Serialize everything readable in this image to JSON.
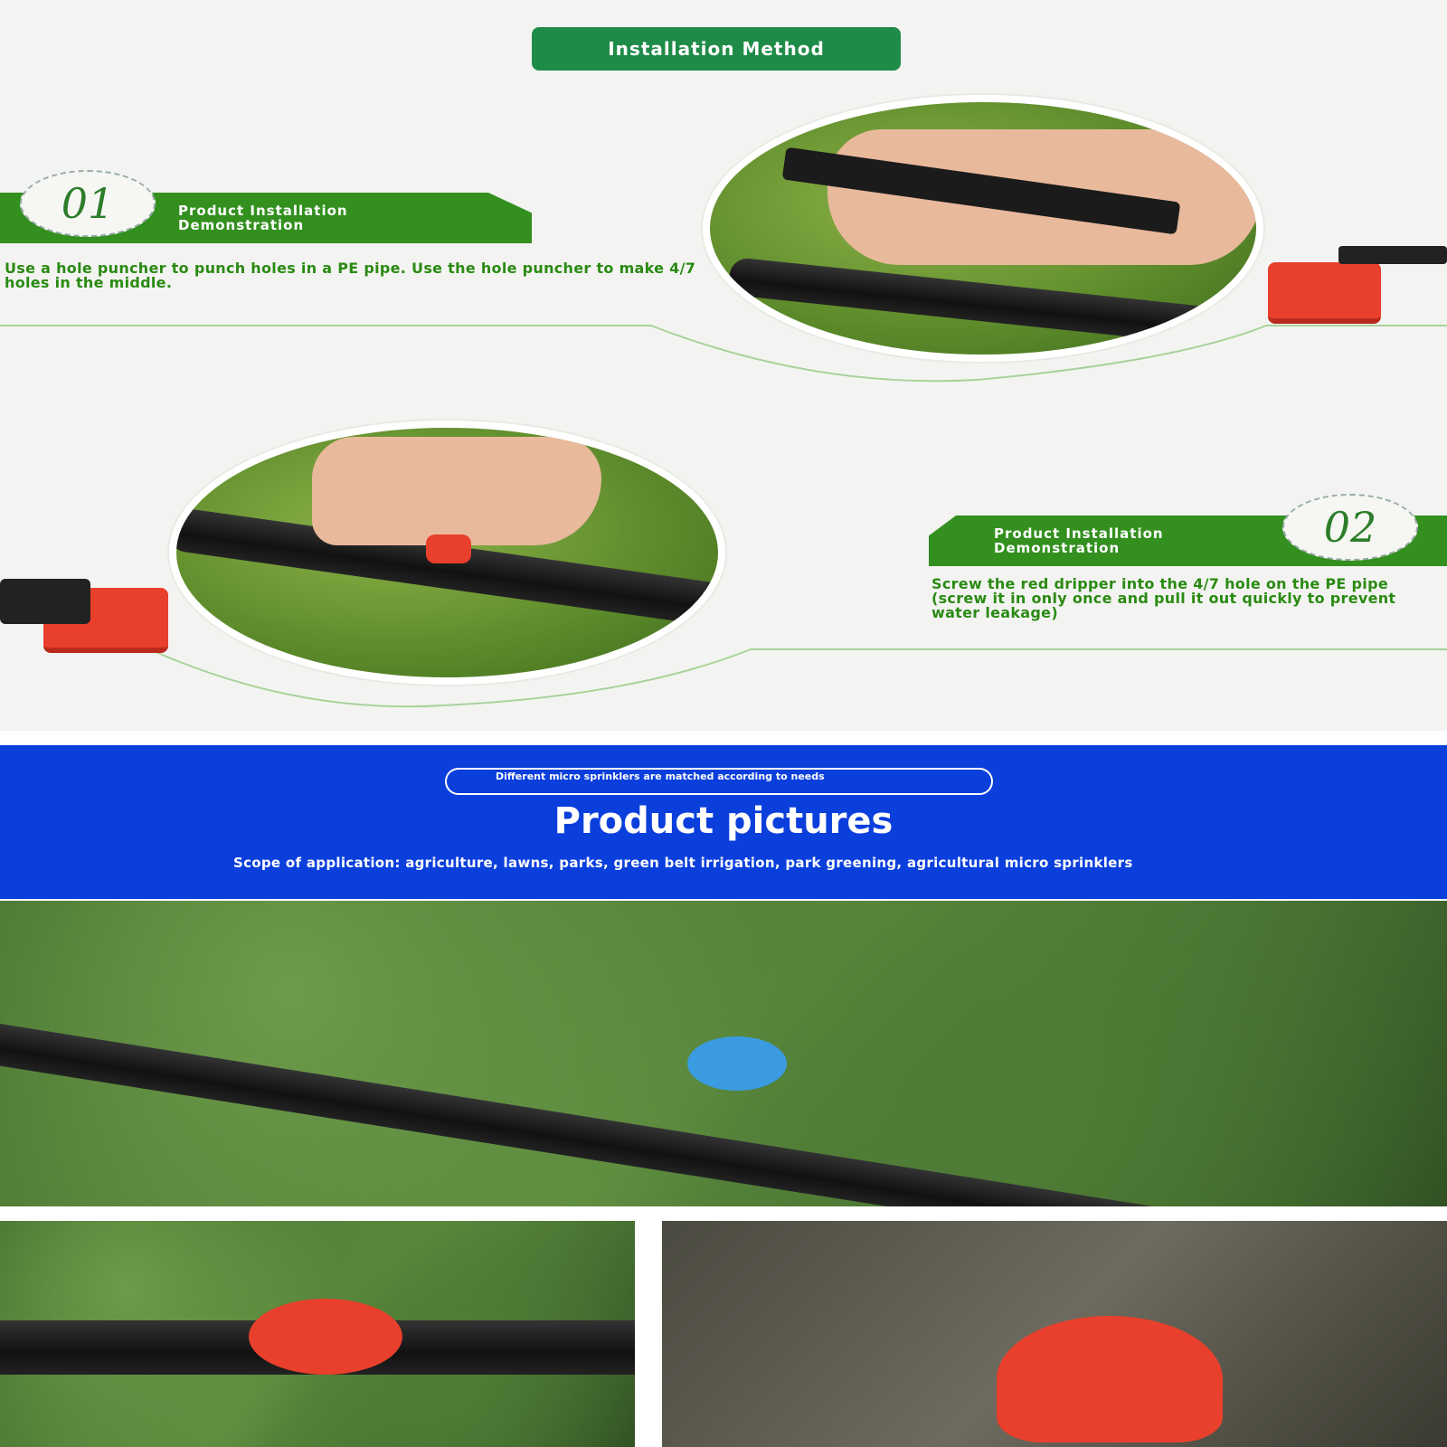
{
  "header": {
    "badge": "Installation Method"
  },
  "steps": [
    {
      "number": "01",
      "title_line1": "Product Installation",
      "title_line2": "Demonstration",
      "description": "Use a hole puncher to punch holes in a PE pipe. Use the hole puncher to make 4/7 holes in the middle."
    },
    {
      "number": "02",
      "title_line1": "Product Installation",
      "title_line2": "Demonstration",
      "description": "Screw the red dripper into the 4/7 hole on the PE pipe (screw it in only once and pull it out quickly to prevent water leakage)"
    }
  ],
  "product_section": {
    "pill_text": "Different micro sprinklers are matched according to needs",
    "title": "Product pictures",
    "scope": "Scope of application: agriculture, lawns, parks, green belt irrigation, park greening, agricultural micro sprinklers"
  },
  "colors": {
    "green": "#33901f",
    "blue": "#0b3fdc",
    "red": "#e8402c",
    "sprinkler_blue": "#3a9be0"
  }
}
